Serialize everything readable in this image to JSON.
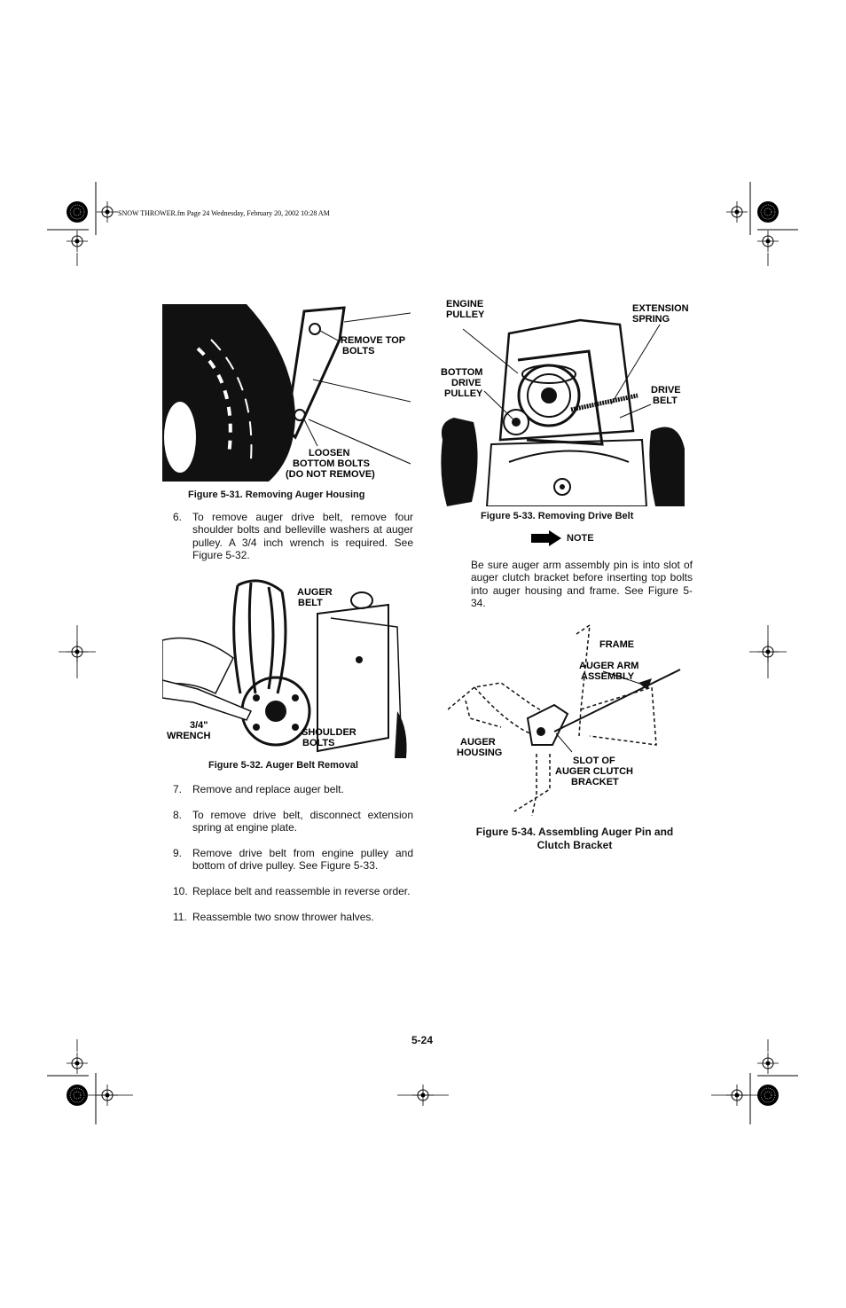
{
  "slug": "SNOW THROWER.fm  Page 24  Wednesday, February 20, 2002  10:28 AM",
  "figures": {
    "f31": {
      "caption": "Figure 5-31.   Removing Auger Housing",
      "labels": {
        "remove_top": "REMOVE TOP",
        "bolts": "BOLTS",
        "loosen": "LOOSEN",
        "bottom_bolts": "BOTTOM BOLTS",
        "do_not_remove": "(DO NOT REMOVE)"
      }
    },
    "f32": {
      "caption": "Figure 5-32. Auger Belt Removal",
      "labels": {
        "auger": "AUGER",
        "belt": "BELT",
        "three_quarter": "3/4\"",
        "wrench": "WRENCH",
        "shoulder": "SHOULDER",
        "bolts": "BOLTS"
      }
    },
    "f33": {
      "caption": "Figure 5-33. Removing Drive Belt",
      "labels": {
        "engine": "ENGINE",
        "pulley": "PULLEY",
        "extension": "EXTENSION",
        "spring": "SPRING",
        "bottom": "BOTTOM",
        "drive": "DRIVE",
        "pulley2": "PULLEY",
        "drive2": "DRIVE",
        "belt": "BELT"
      }
    },
    "f34": {
      "caption_line1": "Figure 5-34.   Assembling Auger Pin and",
      "caption_line2": "Clutch Bracket",
      "labels": {
        "frame": "FRAME",
        "auger_arm": "AUGER ARM",
        "assembly": "ASSEMBLY",
        "auger": "AUGER",
        "housing": "HOUSING",
        "slot_of": "SLOT OF",
        "auger_clutch": "AUGER CLUTCH",
        "bracket": "BRACKET"
      }
    }
  },
  "steps": [
    {
      "num": "6.",
      "text": "To remove auger drive belt, remove four shoulder bolts and belleville washers at auger pulley. A 3/4 inch wrench is required. See Figure 5-32."
    },
    {
      "num": "7.",
      "text": "Remove and replace auger belt."
    },
    {
      "num": "8.",
      "text": "To remove drive belt, disconnect extension spring at engine plate."
    },
    {
      "num": "9.",
      "text": "Remove drive belt from engine pulley and bottom of drive pulley. See Figure 5-33."
    },
    {
      "num": "10.",
      "text": "Replace belt and reassemble in reverse order."
    },
    {
      "num": "11.",
      "text": "Reassemble two snow thrower halves."
    }
  ],
  "note": {
    "label": "NOTE",
    "icon": "arrow-right-icon",
    "text": "Be sure auger arm assembly pin is into slot of auger clutch bracket before inserting top bolts into auger housing and frame. See Figure 5-34."
  },
  "page_number": "5-24"
}
